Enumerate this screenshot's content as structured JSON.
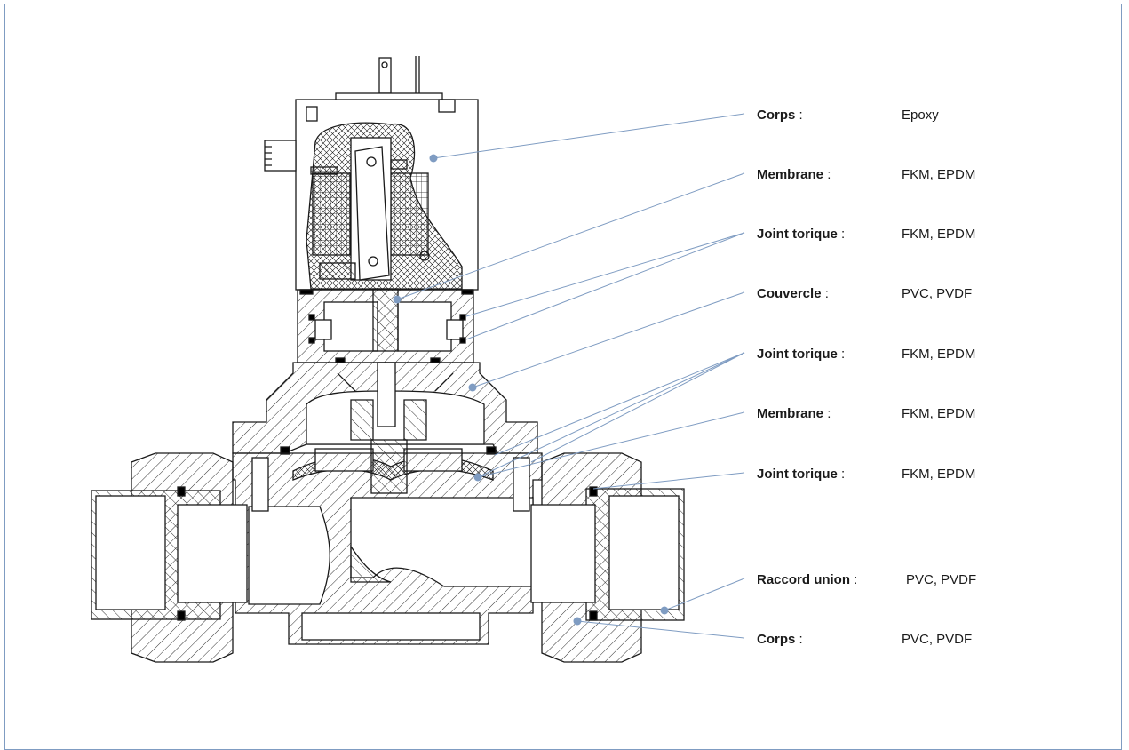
{
  "colors": {
    "leader": "#7f9cc2",
    "ink": "#1a1a1a",
    "frame": "#7f9cc2",
    "seal": "#000000"
  },
  "callouts": [
    {
      "part": "Corps",
      "sep": " :",
      "material": "Epoxy"
    },
    {
      "part": "Membrane",
      "sep": " :",
      "material": "FKM, EPDM"
    },
    {
      "part": "Joint torique",
      "sep": " :",
      "material": "FKM, EPDM"
    },
    {
      "part": "Couvercle",
      "sep": " :",
      "material": "PVC, PVDF"
    },
    {
      "part": "Joint torique",
      "sep": " :",
      "material": "FKM, EPDM"
    },
    {
      "part": "Membrane",
      "sep": " :",
      "material": "FKM, EPDM"
    },
    {
      "part": "Joint torique",
      "sep": " :",
      "material": "FKM, EPDM"
    },
    {
      "part": "Raccord union",
      "sep": " :",
      "material": "PVC, PVDF"
    },
    {
      "part": "Corps",
      "sep": " :",
      "material": "PVC, PVDF"
    }
  ]
}
